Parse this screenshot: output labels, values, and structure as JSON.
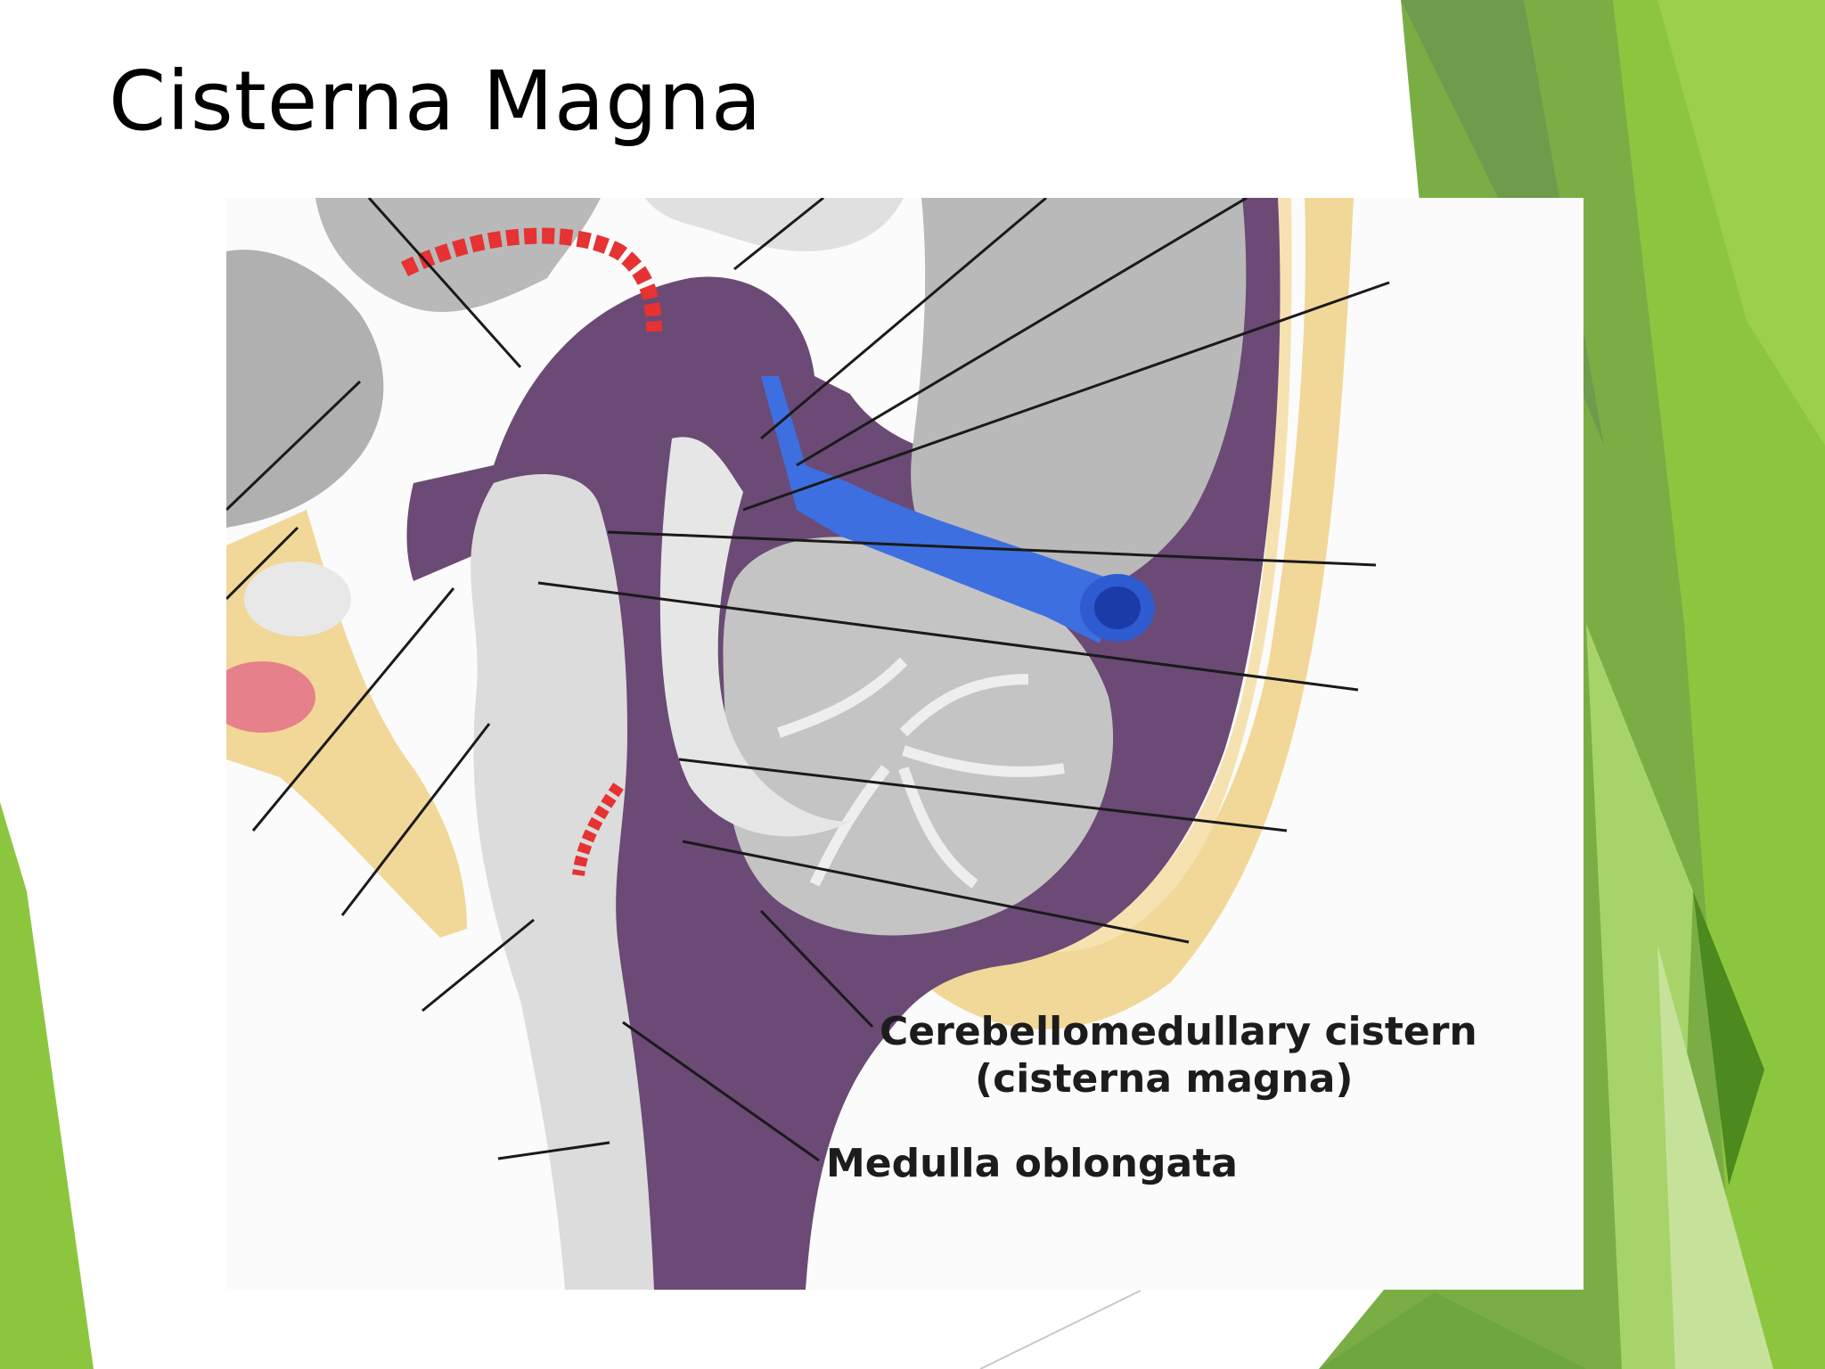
{
  "slide": {
    "title": "Cisterna Magna"
  },
  "diagram": {
    "labels": {
      "cerebellomedullary_cistern": "Cerebellomedullary cistern",
      "cisterna_magna": "(cisterna magna)",
      "medulla_oblongata": "Medulla oblongata"
    }
  },
  "colors": {
    "accent_green_dark": "#5f9b3a",
    "accent_green": "#8cc63f",
    "accent_green_light": "#b8dc82",
    "csf_purple": "#6b4a75",
    "brain_gray": "#b9b9b9",
    "bone": "#f1d898",
    "vein_blue": "#3d6fe0",
    "artery_red": "#e63232"
  }
}
